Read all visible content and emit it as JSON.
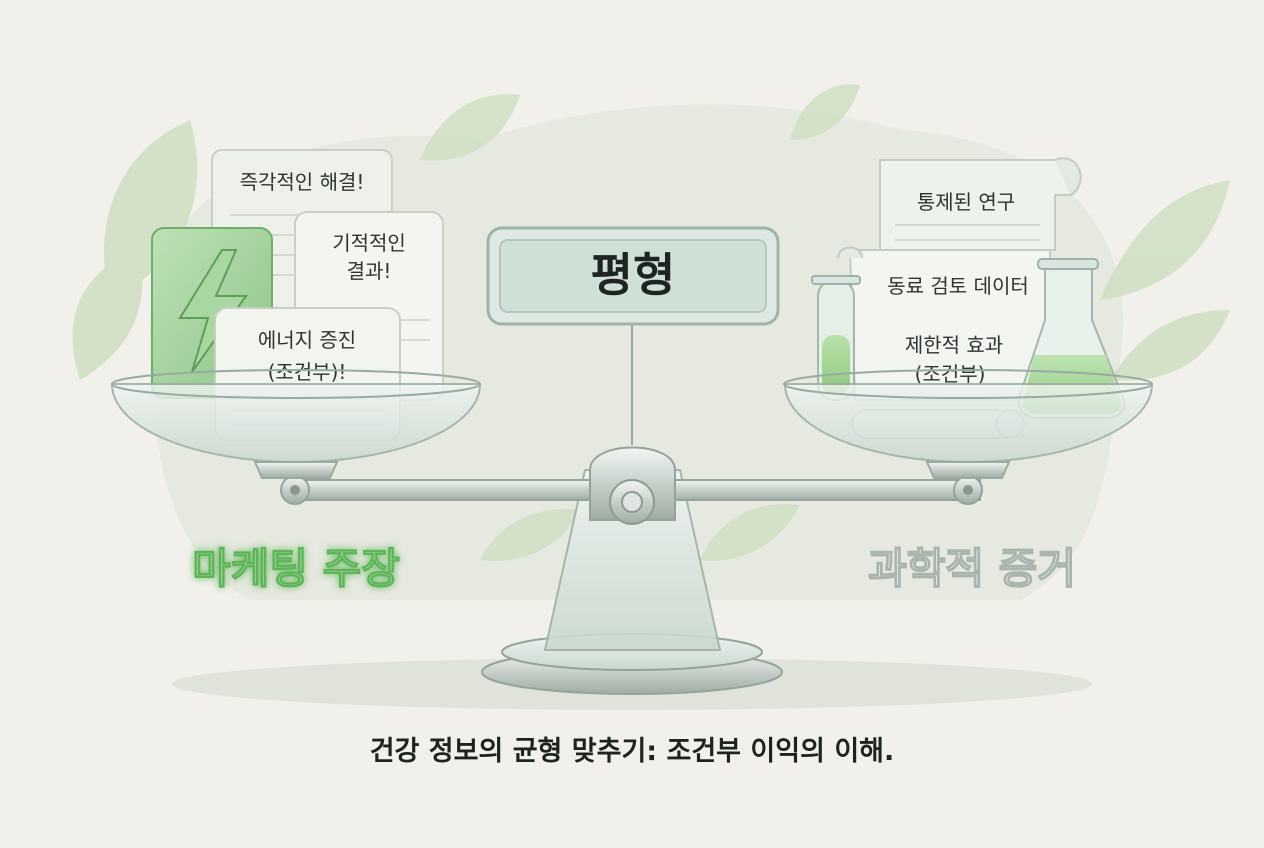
{
  "center_label": "평형",
  "left": {
    "heading": "마케팅 주장",
    "cards": [
      "즉각적인 해결!",
      "기적적인",
      "결과!",
      "에너지 증진",
      "(조건부)!"
    ],
    "icon": "lightning-bolt-icon"
  },
  "right": {
    "heading": "과학적 증거",
    "cards": [
      "통제된 연구",
      "동료 검토 데이터",
      "제한적 효과",
      "(조건부)"
    ],
    "icons": [
      "test-tube-icon",
      "flask-icon",
      "scroll-icon"
    ]
  },
  "caption": "건강 정보의 균형 맞추기: 조건부 이익의 이해.",
  "colors": {
    "background": "#f1f0ea",
    "accent_green": "#7fc97a",
    "glass": "#d9e6df",
    "text": "#1f2320"
  }
}
